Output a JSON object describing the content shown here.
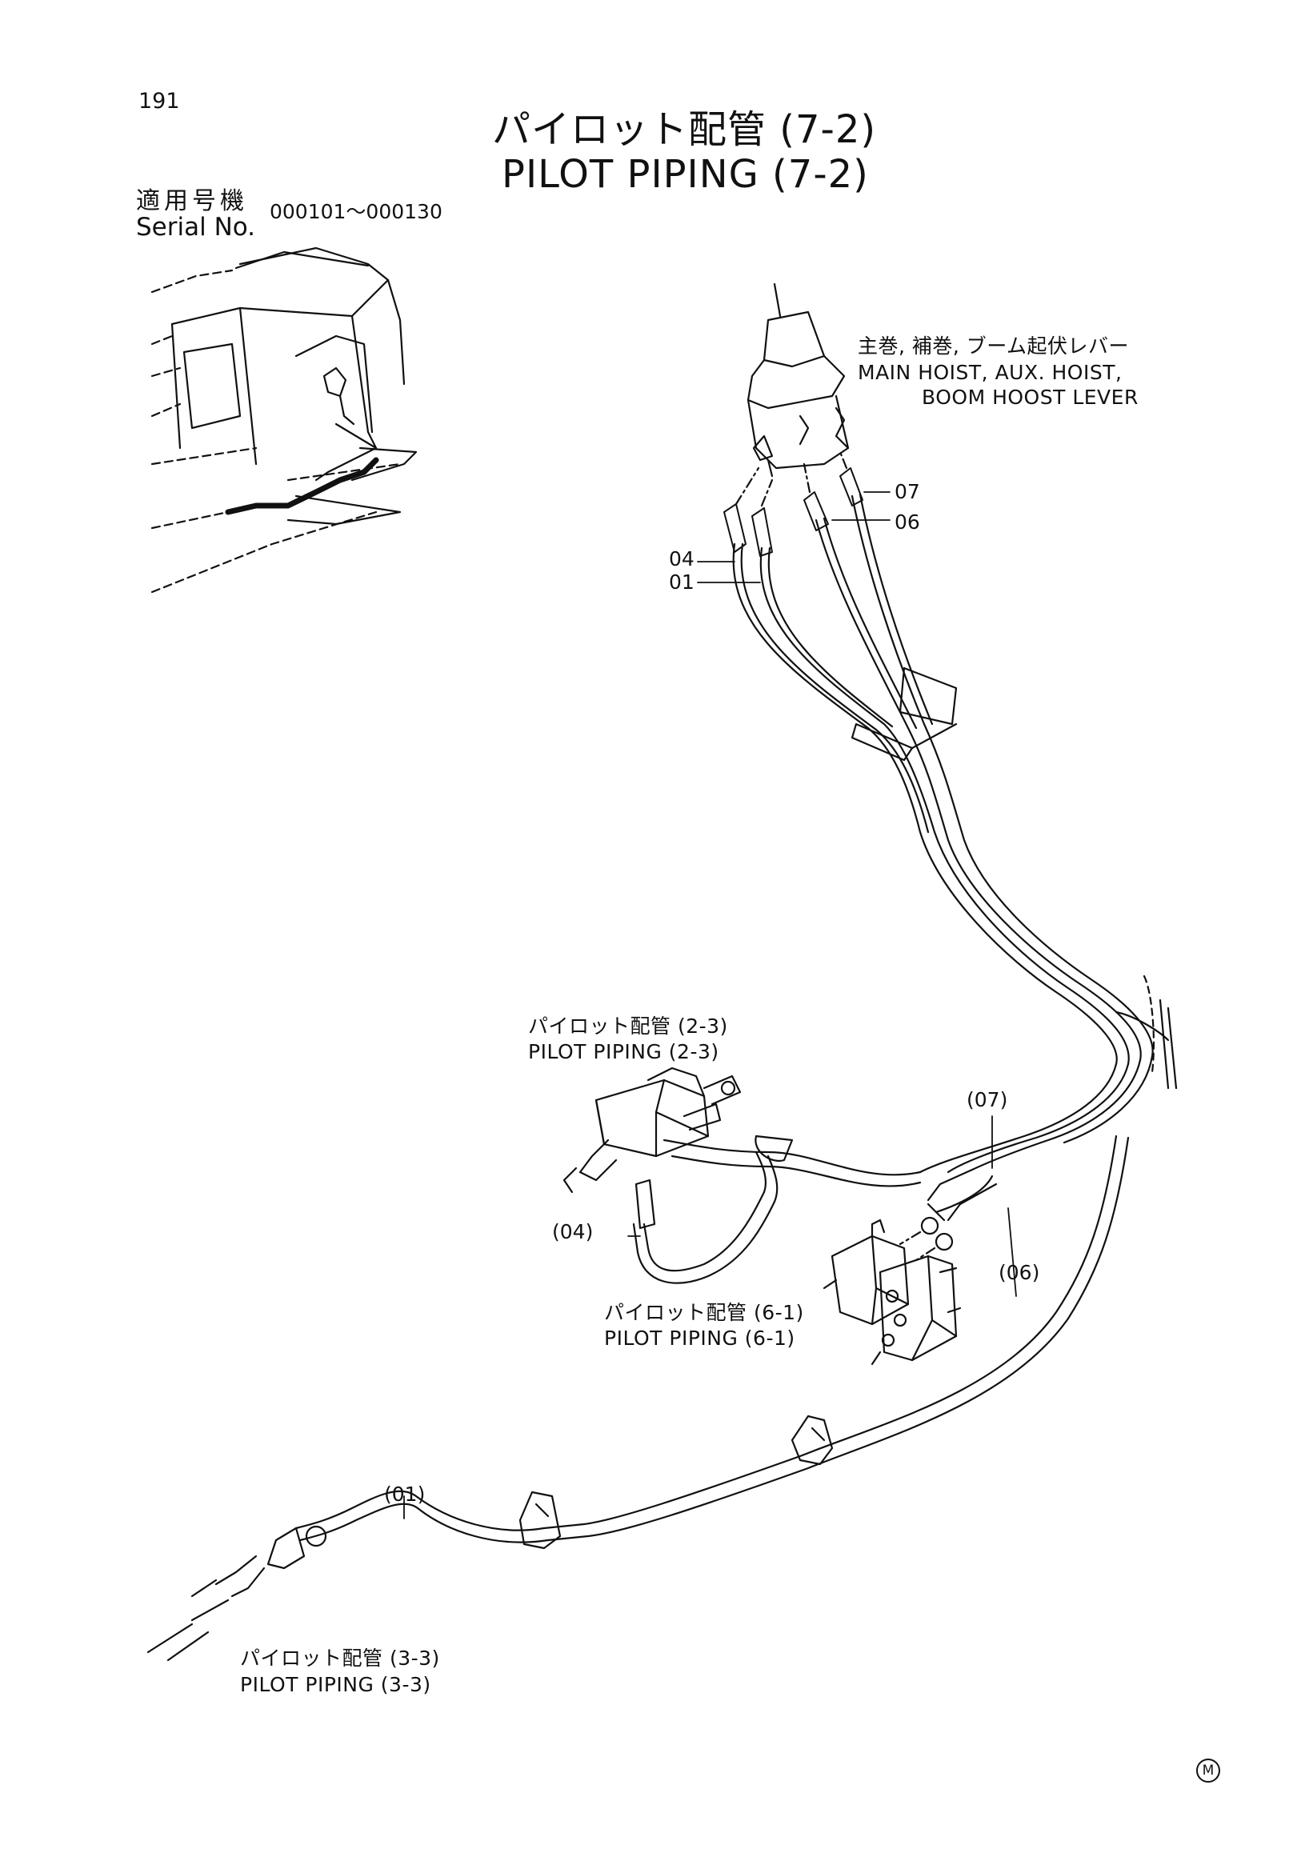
{
  "page_number": "191",
  "title_jp": "パイロット配管 (7-2)",
  "title_en": "PILOT PIPING (7-2)",
  "serial": {
    "label_jp": "適用号機",
    "label_en": "Serial No.",
    "range": "000101～000130"
  },
  "callouts": {
    "lever_jp": "主巻, 補巻, ブーム起伏レバー",
    "lever_en_1": "MAIN HOIST, AUX. HOIST,",
    "lever_en_2": "BOOM HOOST LEVER",
    "ref_2_3_jp": "パイロット配管 (2-3)",
    "ref_2_3_en": "PILOT PIPING (2-3)",
    "ref_6_1_jp": "パイロット配管 (6-1)",
    "ref_6_1_en": "PILOT PIPING (6-1)",
    "ref_3_3_jp": "パイロット配管 (3-3)",
    "ref_3_3_en": "PILOT PIPING (3-3)"
  },
  "part_refs": {
    "p07": "07",
    "p06": "06",
    "p04": "04",
    "p01": "01",
    "p07_paren": "(07)",
    "p04_paren": "(04)",
    "p06_paren": "(06)",
    "p01_paren": "(01)"
  },
  "mark": "M",
  "colors": {
    "ink": "#111111",
    "paper": "#ffffff"
  }
}
